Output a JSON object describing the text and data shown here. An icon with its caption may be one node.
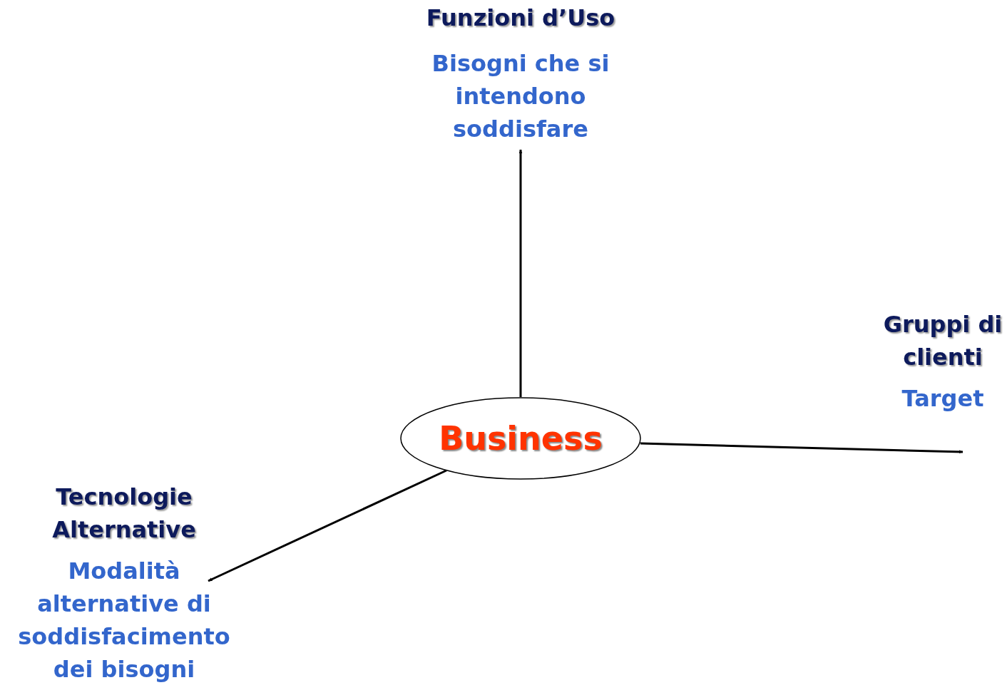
{
  "diagram": {
    "nodes": [
      {
        "text": [
          "Business"
        ]
      },
      {
        "text": [
          "Funzioni d’Uso",
          "Bisogni che si intendono soddisfare"
        ]
      },
      {
        "text": [
          "Gruppi di clienti",
          "Target"
        ]
      },
      {
        "text": [
          "Tecnologie Alternative",
          "Modalità alternative di soddisfacimento dei bisogni"
        ]
      }
    ],
    "edges": [
      {
        "from": 0,
        "to": 1,
        "arrow": "to"
      },
      {
        "from": 0,
        "to": 2,
        "arrow": "to"
      },
      {
        "from": 0,
        "to": 3,
        "arrow": "to"
      }
    ]
  }
}
